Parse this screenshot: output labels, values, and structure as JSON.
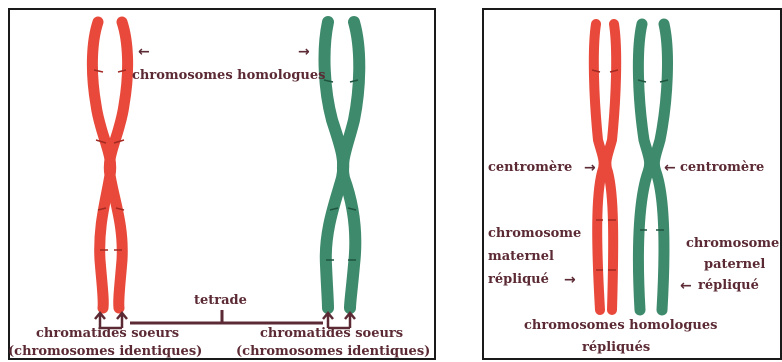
{
  "left_panel": {
    "homologous_label": "chromosomes homologues",
    "tetrad_label": "tetrade",
    "sister_left": "chromatides soeurs",
    "identical_left": "(chromosomes identiques)",
    "sister_right": "chromatides soeurs",
    "identical_right": "(chromosomes identiques)"
  },
  "right_panel": {
    "centromere_left": "centromère",
    "centromere_right": "centromère",
    "maternal_1": "chromosome",
    "maternal_2": "maternel",
    "maternal_3": "répliqué",
    "paternal_1": "chromosome",
    "paternal_2": "paternel",
    "paternal_3": "répliqué",
    "homologous_1": "chromosomes homologues",
    "homologous_2": "répliqués"
  },
  "colors": {
    "maternal": "#e8493b",
    "maternal_dark": "#a32a22",
    "paternal": "#3e8a6c",
    "paternal_dark": "#1f5540",
    "label": "#5b2a34"
  },
  "icons": [
    "arrow-left-icon",
    "arrow-right-icon",
    "arrow-up-icon"
  ]
}
